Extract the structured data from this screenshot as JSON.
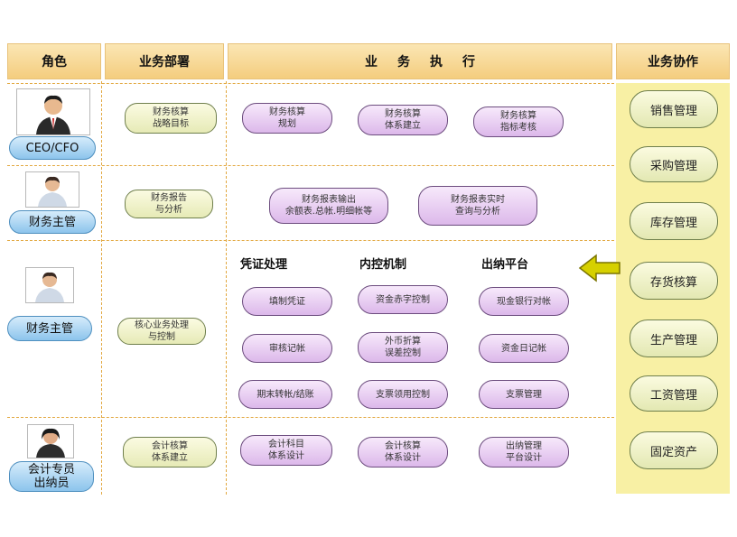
{
  "headers": {
    "role": "角色",
    "deploy": "业务部署",
    "execution": "业务执行",
    "collaboration": "业务协作"
  },
  "roles": [
    {
      "label": "CEO/CFO",
      "avatar": "avatar-ceo"
    },
    {
      "label": "财务主管",
      "avatar": "avatar-finance-manager"
    },
    {
      "label": "财务主管",
      "avatar": "avatar-finance-manager"
    },
    {
      "label": "会计专员\n出纳员",
      "avatar": "avatar-accountant"
    }
  ],
  "deploy": [
    "财务核算\n战略目标",
    "财务报告\n与分析",
    "核心业务处理\n与控制",
    "会计核算\n体系建立"
  ],
  "row1": [
    "财务核算\n规划",
    "财务核算\n体系建立",
    "财务核算\n指标考核"
  ],
  "row2": [
    "财务报表输出\n余额表.总帐.明细帐等",
    "财务报表实时\n查询与分析"
  ],
  "sections": [
    "凭证处理",
    "内控机制",
    "出纳平台"
  ],
  "row3": {
    "voucher": [
      "填制凭证",
      "审核记帐",
      "期末转帐/结账"
    ],
    "control": [
      "资金赤字控制",
      "外币折算\n误差控制",
      "支票领用控制"
    ],
    "cashier": [
      "现金银行对帐",
      "资金日记帐",
      "支票管理"
    ]
  },
  "row4": [
    "会计科目\n体系设计",
    "会计核算\n体系设计",
    "出纳管理\n平台设计"
  ],
  "collaboration": [
    "销售管理",
    "采购管理",
    "库存管理",
    "存货核算",
    "生产管理",
    "工资管理",
    "固定资产"
  ],
  "colors": {
    "header": "#f4cd7e",
    "dashed": "#e2a840",
    "panel": "#f8f0a4",
    "role_fill": "#8cc4ec",
    "node_purple": "#dcb8ea",
    "node_green": "#e6eab6",
    "arrow": "#c7c200"
  }
}
